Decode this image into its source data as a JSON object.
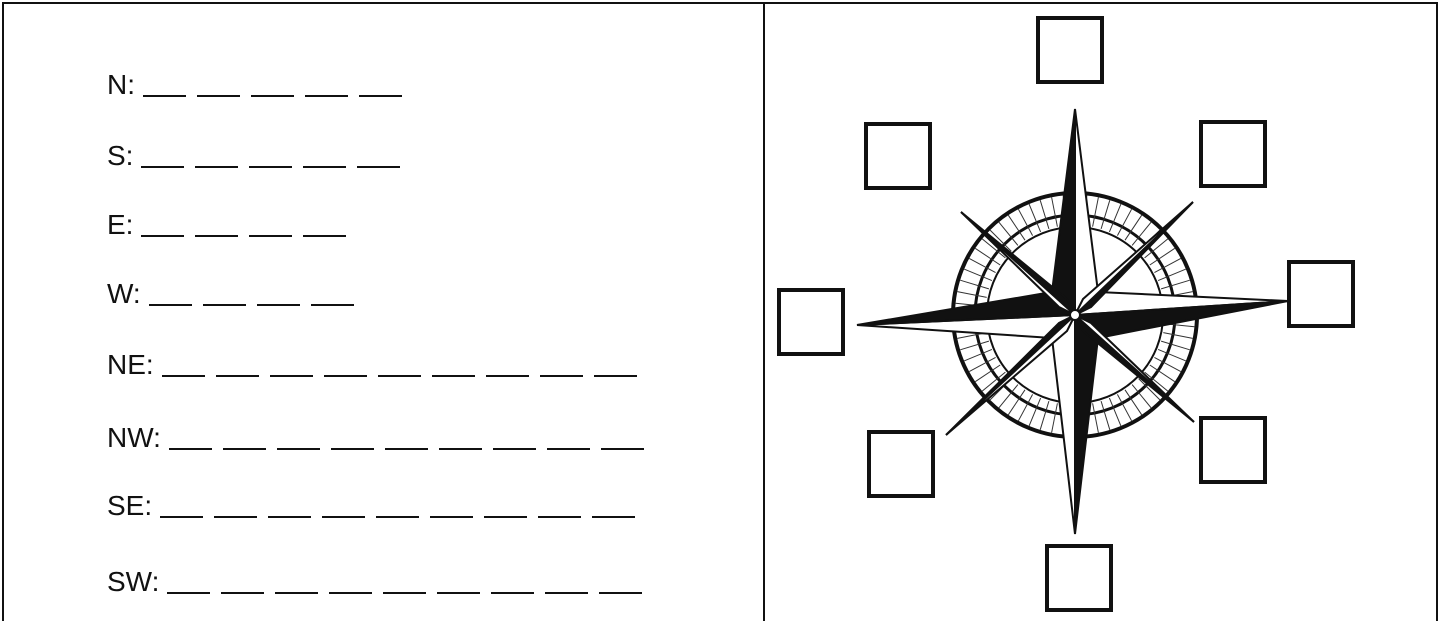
{
  "worksheet": {
    "directions": [
      {
        "label": "N:",
        "blanks": 5
      },
      {
        "label": "S:",
        "blanks": 5
      },
      {
        "label": "E:",
        "blanks": 4
      },
      {
        "label": "W:",
        "blanks": 4
      },
      {
        "label": "NE:",
        "blanks": 9
      },
      {
        "label": "NW:",
        "blanks": 9
      },
      {
        "label": "SE:",
        "blanks": 9
      },
      {
        "label": "SW:",
        "blanks": 9
      }
    ]
  },
  "compass": {
    "icon": "compass-rose-icon",
    "boxes": [
      "north",
      "northeast",
      "east",
      "southeast",
      "south",
      "southwest",
      "west",
      "northwest"
    ],
    "colors": {
      "ink": "#111111",
      "paper": "#ffffff"
    }
  }
}
